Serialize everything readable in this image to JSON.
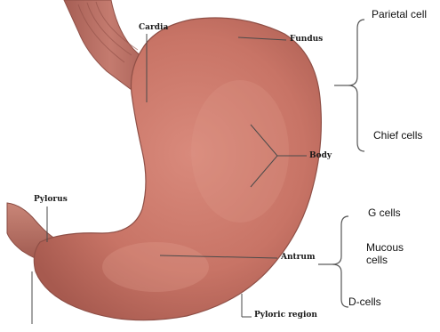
{
  "anatomy_labels": {
    "cardia": "Cardia",
    "fundus": "Fundus",
    "body": "Body",
    "pylorus": "Pylorus",
    "antrum": "Antrum",
    "pyloric_region": "Pyloric region"
  },
  "cell_labels": {
    "parietal": "Parietal cell",
    "chief": "Chief cells",
    "g": "G cells",
    "mucous": "Mucous cells",
    "d": "D-cells"
  },
  "colors": {
    "stomach_fill": "#c9786c",
    "stomach_shadow": "#a85c52",
    "esophagus": "#b5685d",
    "leader_line": "#4a4a4a",
    "bracket": "#555555"
  }
}
